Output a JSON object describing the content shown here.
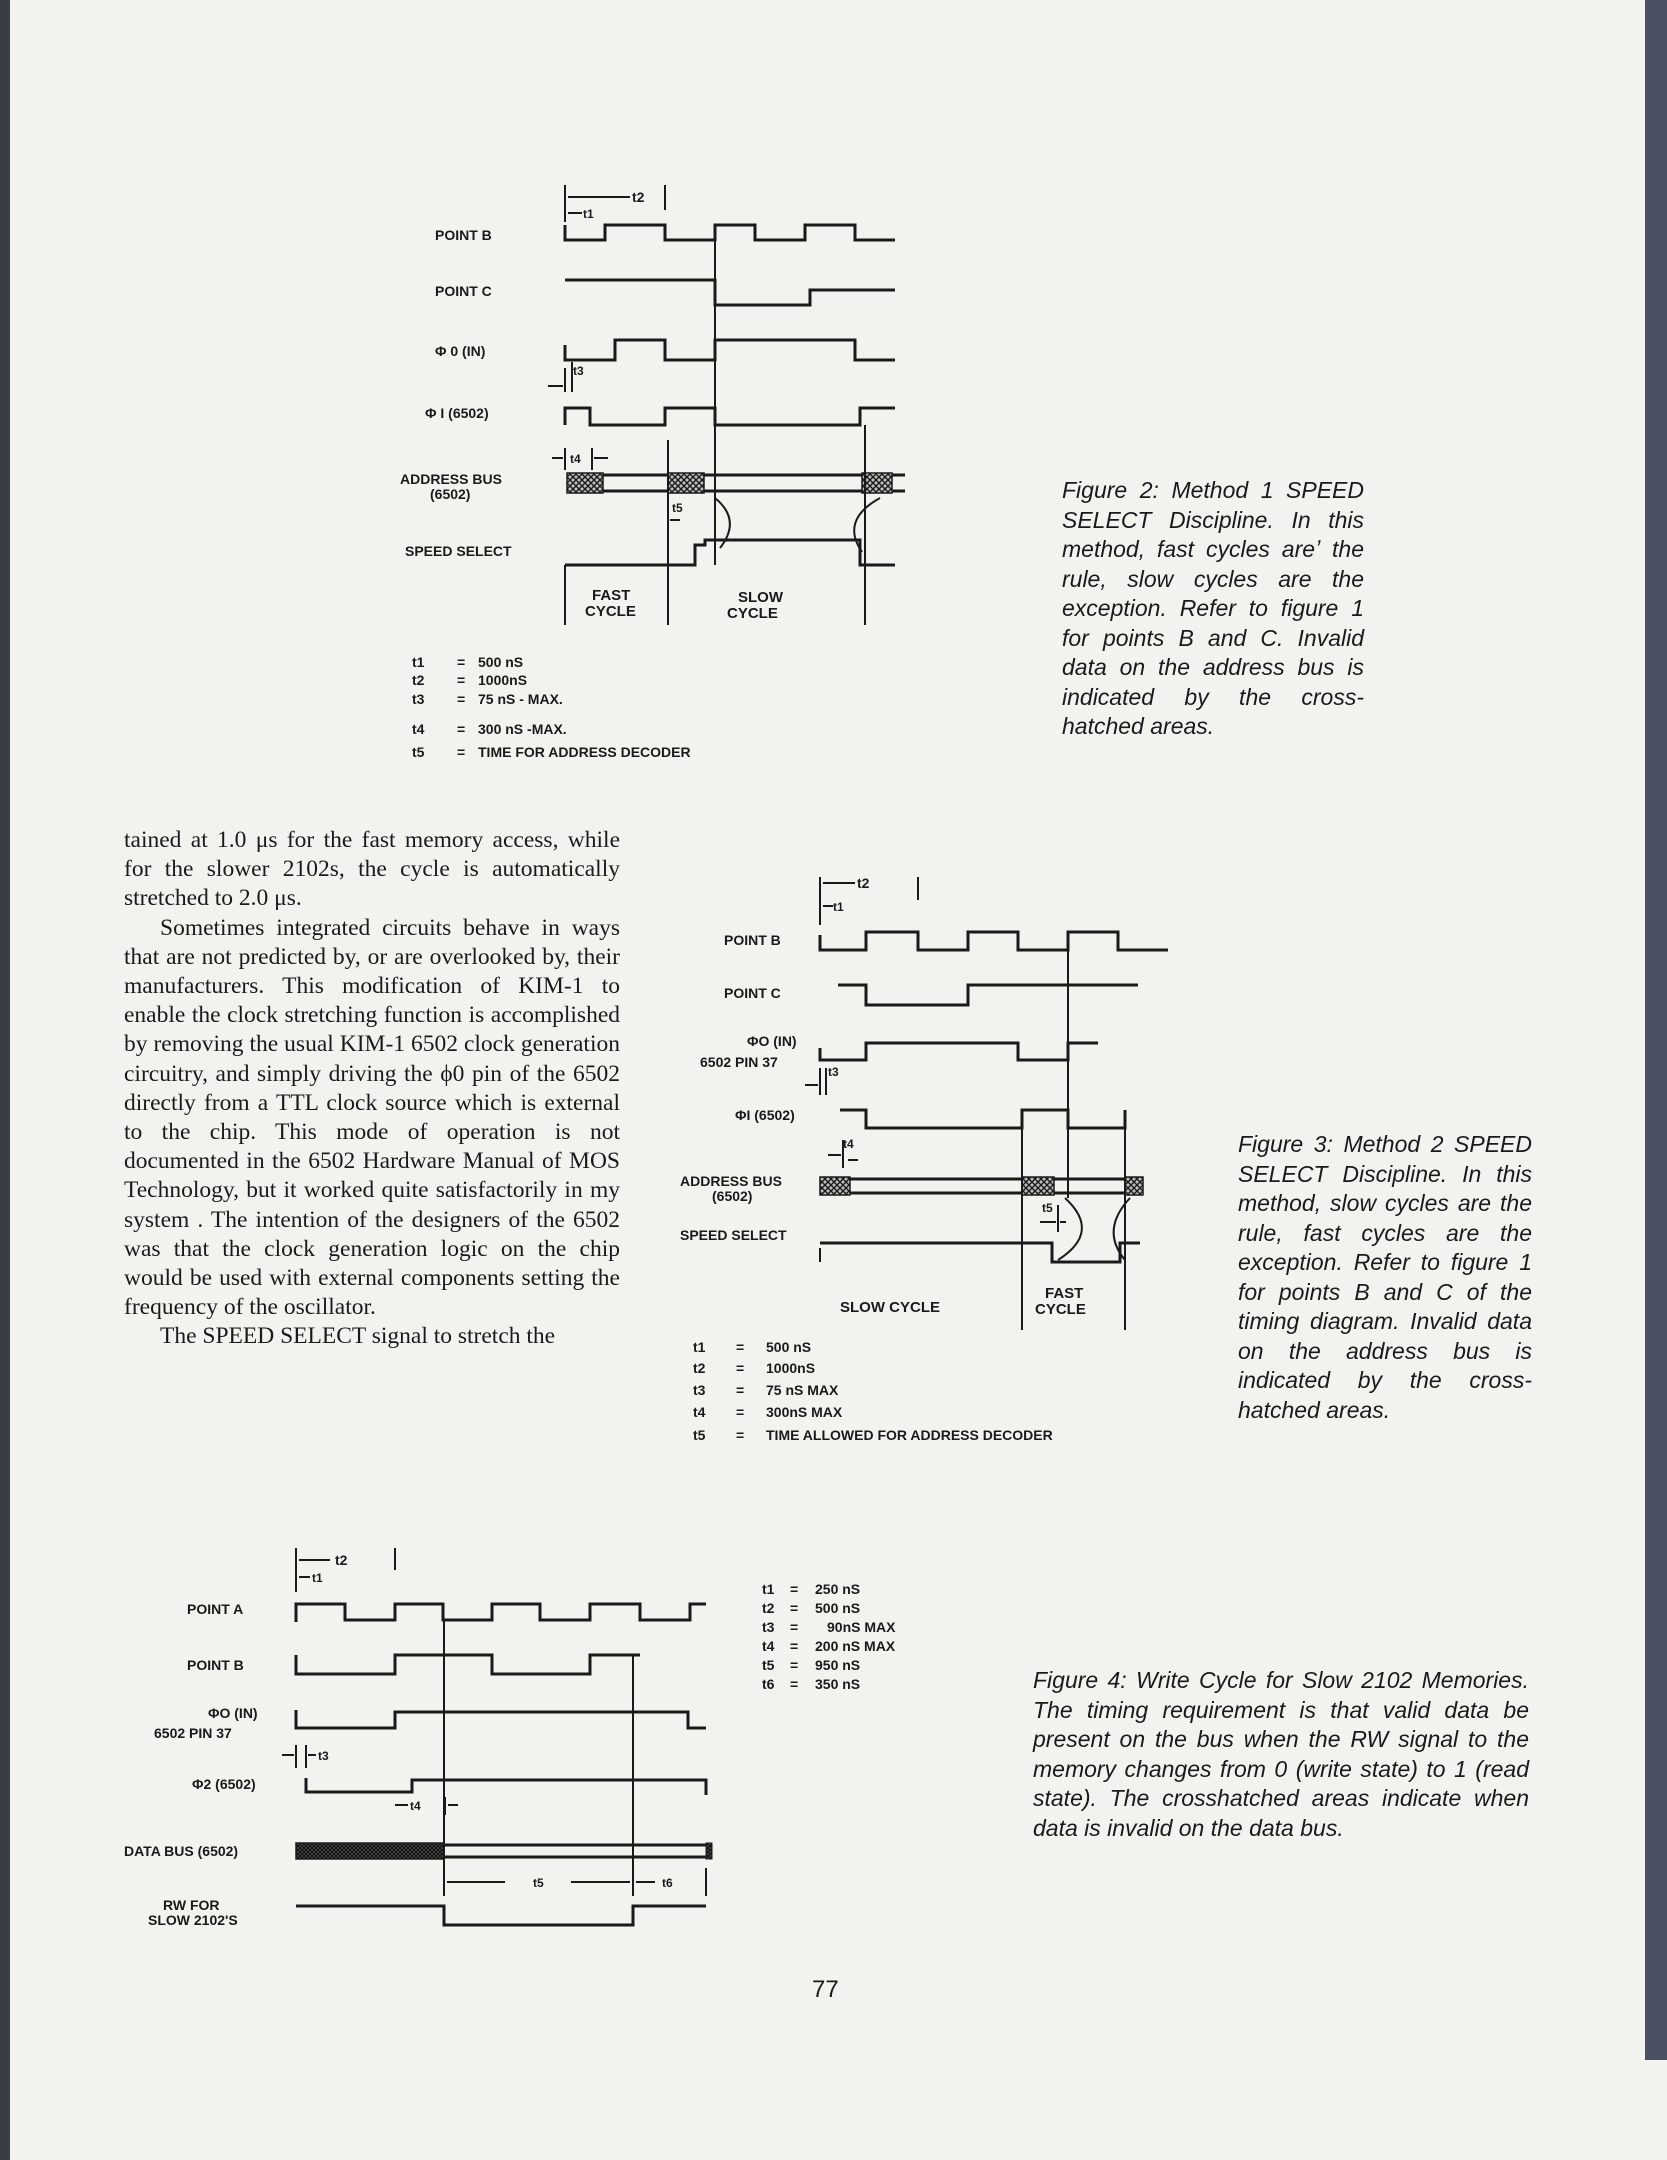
{
  "figure2": {
    "signals": [
      "POINT B",
      "POINT C",
      "Φ 0 (IN)",
      "Φ I (6502)",
      "ADDRESS BUS",
      "(6502)",
      "SPEED SELECT"
    ],
    "markers": {
      "t1": "t1",
      "t2": "t2",
      "t3": "t3",
      "t4": "t4",
      "t5": "t5"
    },
    "cycle_labels": [
      "FAST",
      "CYCLE",
      "SLOW",
      "CYCLE"
    ],
    "legend": [
      {
        "key": "t1",
        "value": "500 nS"
      },
      {
        "key": "t2",
        "value": "1000nS"
      },
      {
        "key": "t3",
        "value": "75 nS  - MAX."
      },
      {
        "key": "t4",
        "value": "300 nS -MAX."
      },
      {
        "key": "t5",
        "value": "TIME FOR ADDRESS DECODER"
      }
    ],
    "caption": "Figure 2: Method 1 SPEED SELECT Discipline. In this method, fast cycles areʼ the rule, slow cycles are the exception. Refer to figure 1 for points B and C. Invalid data on the address bus is indicated by the cross-hatched areas."
  },
  "figure3": {
    "signals": [
      "POINT B",
      "POINT C",
      "ΦO (IN)",
      "6502 PIN 37",
      "ΦI (6502)",
      "ADDRESS BUS",
      "(6502)",
      "SPEED SELECT"
    ],
    "markers": {
      "t1": "t1",
      "t2": "t2",
      "t3": "t3",
      "t4": "t4",
      "t5": "t5"
    },
    "cycle_labels": [
      "SLOW  CYCLE",
      "FAST",
      "CYCLE"
    ],
    "legend": [
      {
        "key": "t1",
        "value": "500 nS"
      },
      {
        "key": "t2",
        "value": "1000nS"
      },
      {
        "key": "t3",
        "value": "75 nS  MAX"
      },
      {
        "key": "t4",
        "value": "300nS MAX"
      },
      {
        "key": "t5",
        "value": "TIME ALLOWED  FOR ADDRESS  DECODER"
      }
    ],
    "caption": "Figure 3: Method 2 SPEED SELECT Discipline. In this method, slow cycles are the rule, fast cycles are the exception. Refer to figure 1 for points B and C of the timing diagram. Invalid data on the address bus is indicated by the cross-hatched areas."
  },
  "figure4": {
    "signals": [
      "POINT A",
      "POINT B",
      "ΦO (IN)",
      "6502  PIN 37",
      "Φ2 (6502)",
      "DATA BUS (6502)",
      "RW FOR",
      "SLOW  2102'S"
    ],
    "markers": {
      "t1": "t1",
      "t2": "t2",
      "t3": "t3",
      "t4": "t4",
      "t5": "t5",
      "t6": "t6"
    },
    "legend": [
      {
        "key": "t1",
        "value": "250 nS"
      },
      {
        "key": "t2",
        "value": "500 nS"
      },
      {
        "key": "t3",
        "value": "90nS  MAX"
      },
      {
        "key": "t4",
        "value": "200 nS  MAX"
      },
      {
        "key": "t5",
        "value": "950 nS"
      },
      {
        "key": "t6",
        "value": "350 nS"
      }
    ],
    "caption": "Figure 4: Write Cycle for Slow 2102 Memories. The timing requirement is that valid data be present on the bus when the RW signal to the memory changes from 0 (write state) to 1 (read state). The crosshatched areas indicate when data is invalid on the data bus."
  },
  "body": {
    "p1": "tained at 1.0 μs for the fast memory access, while for the slower 2102s, the cycle is automatically stretched to 2.0 μs.",
    "p2": "Sometimes integrated circuits behave in ways that are not predicted by, or are overlooked by, their manufacturers. This modification of KIM-1 to enable the clock stretching function is accomplished by removing the usual KIM-1 6502 clock generation circuitry, and simply driving the ϕ0 pin of the 6502 directly from a TTL clock source which is external to the chip. This mode of operation is not documented in the 6502 Hardware Manual of MOS Technology, but it worked quite satisfactorily in my system . The intention of the designers of the 6502 was that the clock generation logic on the chip would be used with external components setting the frequency of the oscillator.",
    "p3": "The SPEED SELECT signal to stretch the"
  },
  "page_number": "77"
}
